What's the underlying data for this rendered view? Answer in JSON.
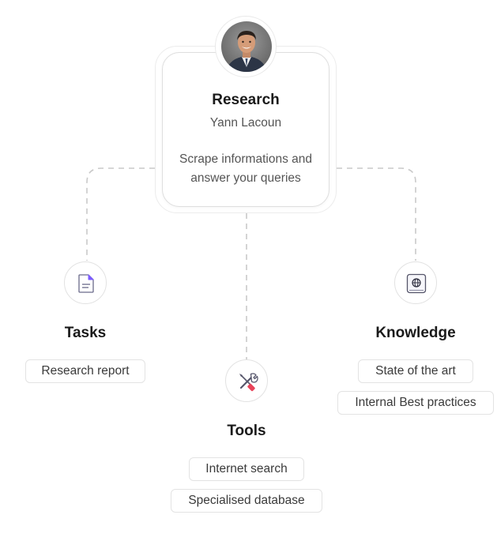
{
  "agent": {
    "title": "Research",
    "name": "Yann Lacoun",
    "description_line1": "Scrape informations and",
    "description_line2": "answer your queries"
  },
  "tasks": {
    "heading": "Tasks",
    "items": [
      "Research report"
    ]
  },
  "tools": {
    "heading": "Tools",
    "items": [
      "Internet search",
      "Specialised database"
    ]
  },
  "knowledge": {
    "heading": "Knowledge",
    "items": [
      "State of the art",
      "Internal Best practices"
    ]
  },
  "icons": {
    "tasks": "document-icon",
    "tools": "tools-icon",
    "knowledge": "globe-book-icon"
  },
  "colors": {
    "connector": "#c9c9c9",
    "accent_purple": "#7c5cff",
    "accent_red": "#e8445a"
  }
}
